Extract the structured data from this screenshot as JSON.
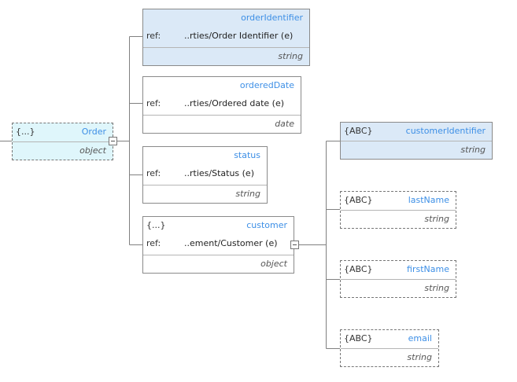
{
  "root": {
    "brace": "{...}",
    "name": "Order",
    "type": "object"
  },
  "children": [
    {
      "name": "orderIdentifier",
      "ref_label": "ref:",
      "ref": "..rties/Order Identifier (e)",
      "type": "string"
    },
    {
      "name": "orderedDate",
      "ref_label": "ref:",
      "ref": "..rties/Ordered date (e)",
      "type": "date"
    },
    {
      "name": "status",
      "ref_label": "ref:",
      "ref": "..rties/Status (e)",
      "type": "string"
    },
    {
      "brace": "{...}",
      "name": "customer",
      "ref_label": "ref:",
      "ref": "..ement/Customer (e)",
      "type": "object"
    }
  ],
  "customer_children": [
    {
      "tag": "{ABC}",
      "name": "customerIdentifier",
      "type": "string"
    },
    {
      "tag": "{ABC}",
      "name": "lastName",
      "type": "string"
    },
    {
      "tag": "{ABC}",
      "name": "firstName",
      "type": "string"
    },
    {
      "tag": "{ABC}",
      "name": "email",
      "type": "string"
    }
  ]
}
